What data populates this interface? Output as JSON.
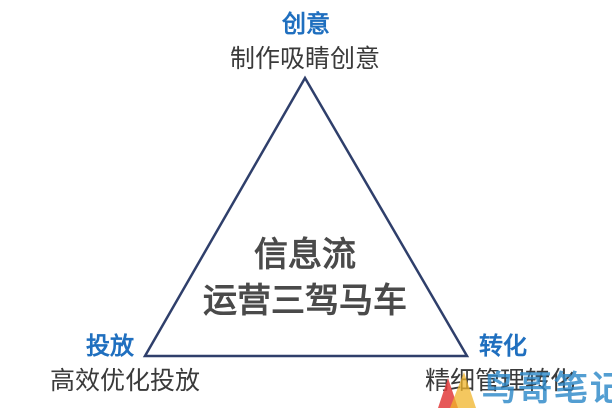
{
  "diagram": {
    "top": {
      "title": "创意",
      "subtitle": "制作吸睛创意"
    },
    "left": {
      "title": "投放",
      "subtitle": "高效优化投放"
    },
    "right": {
      "title": "转化",
      "subtitle": "精细管理转化"
    },
    "center": {
      "line1": "信息流",
      "line2": "运营三驾马车"
    }
  },
  "watermark": {
    "text": "鸟哥笔记"
  },
  "colors": {
    "title": "#1f6fbf",
    "triangle_stroke": "#2f3f6b",
    "text": "#3a3a3a",
    "watermark": "#2e89c9"
  }
}
